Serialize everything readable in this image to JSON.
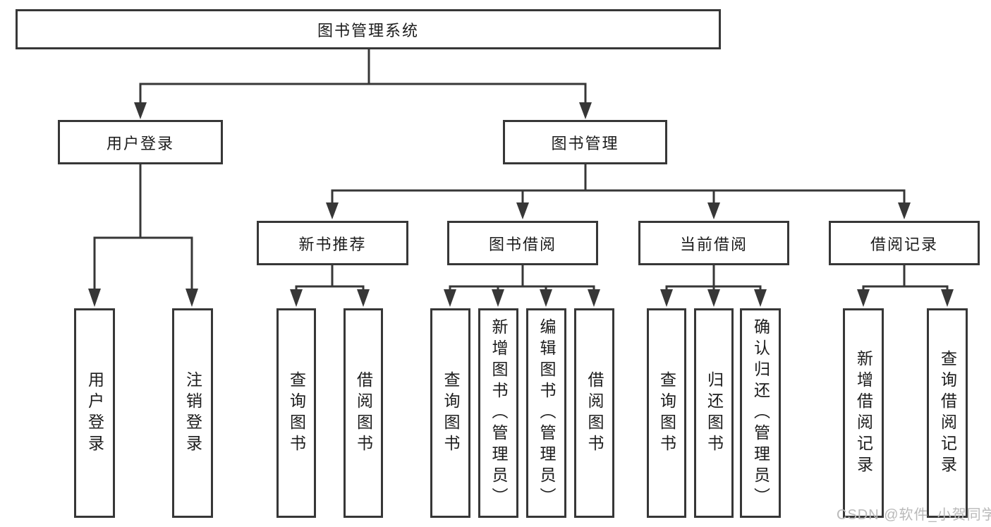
{
  "tree": {
    "label": "图书管理系统",
    "children": [
      {
        "label": "用户登录",
        "children": [
          {
            "label": "用户登录"
          },
          {
            "label": "注销登录"
          }
        ]
      },
      {
        "label": "图书管理",
        "children": [
          {
            "label": "新书推荐",
            "children": [
              {
                "label": "查询图书"
              },
              {
                "label": "借阅图书"
              }
            ]
          },
          {
            "label": "图书借阅",
            "children": [
              {
                "label": "查询图书"
              },
              {
                "label": "新增图书（管理员）"
              },
              {
                "label": "编辑图书（管理员）"
              },
              {
                "label": "借阅图书"
              }
            ]
          },
          {
            "label": "当前借阅",
            "children": [
              {
                "label": "查询图书"
              },
              {
                "label": "归还图书"
              },
              {
                "label": "确认归还（管理员）"
              }
            ]
          },
          {
            "label": "借阅记录",
            "children": [
              {
                "label": "新增借阅记录"
              },
              {
                "label": "查询借阅记录"
              }
            ]
          }
        ]
      }
    ]
  },
  "watermark": {
    "text": "CSDN @软件_小贺同学"
  },
  "colors": {
    "line": "#373737",
    "box_border": "#373737",
    "box_background": "#ffffff",
    "text": "#1c1c1c",
    "watermark": "#b9b9b9"
  }
}
